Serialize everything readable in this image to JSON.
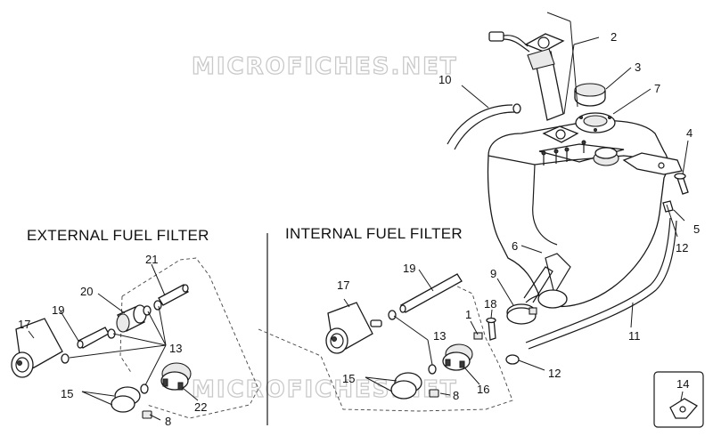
{
  "headings": {
    "external": "EXTERNAL FUEL FILTER",
    "internal": "INTERNAL FUEL FILTER"
  },
  "watermark": "MICROFICHES.NET",
  "callouts": {
    "n1": "1",
    "n2": "2",
    "n3": "3",
    "n4": "4",
    "n5": "5",
    "n6": "6",
    "n7": "7",
    "n8a": "8",
    "n8b": "8",
    "n9": "9",
    "n10": "10",
    "n11": "11",
    "n12a": "12",
    "n12b": "12",
    "n13a": "13",
    "n13b": "13",
    "n14": "14",
    "n15a": "15",
    "n15b": "15",
    "n16": "16",
    "n17a": "17",
    "n17b": "17",
    "n18": "18",
    "n19a": "19",
    "n19b": "19",
    "n20": "20",
    "n21": "21",
    "n22": "22"
  },
  "colors": {
    "line": "#1a1a1a",
    "watermark": "#c9c9c9",
    "background": "#ffffff"
  }
}
